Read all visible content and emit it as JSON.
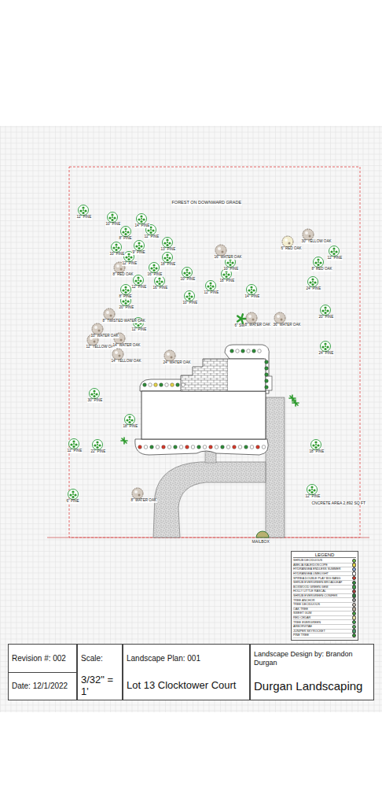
{
  "diagram": {
    "nodes": [
      {
        "text": [
          "LEGEND"
        ]
      },
      {
        "text": [
          "Revision #: 002",
          "Date: 12/1/2022"
        ]
      },
      {
        "text": [
          "Scale:",
          "3/32\" = 1'"
        ]
      },
      {
        "text": [
          "Landscape Plan: 001",
          "Lot 13 Clocktower Court"
        ]
      },
      {
        "text": [
          "Landscape Design by: Brandon Durgan",
          "Durgan Landscaping"
        ]
      }
    ],
    "labels": [
      "FOREST ON DOWNWARD GRADE",
      "12\" PINE",
      "10\" PINE",
      "14\" PINE",
      "8\" PINE",
      "12\" PINE",
      "10\" PINE",
      "9\" PINE",
      "13\" PINE",
      "12\" PINE",
      "18\" PINE",
      "16\" PINE",
      "8\" RED OAK",
      "12\" PINE",
      "16\" PINE",
      "10\" PINE",
      "8\" PINE",
      "20\" PINE",
      "12\" PINE",
      "10\" PINE",
      "16\" WATER OAK",
      "10\" PINE",
      "18\" PINE",
      "12\" PINE",
      "14\" PINE",
      "6\" RED OAK",
      "30\" YELLOW OAK",
      "12\" PINE",
      "8\" RED OAK",
      "24\" PINE",
      "20\" PINE",
      "24\" PINE",
      "8\" TWISTED WATER OAK",
      "10\" WATER OAK",
      "12\" YELLOW OAK",
      "14\" WATER OAK",
      "14\" YELLOW OAK",
      "24\" WATER OAK",
      "6\" SWEET GUM",
      "8\" WATER OAK",
      "36\" WATER OAK",
      "30\" PINE",
      "18\" PINE",
      "12\" PINE",
      "22\" PINE",
      "18\" PINE",
      "12\" PINE",
      "6\" PINE",
      "8\" WATER OAK",
      "CNCRETE AREA 2,892 SQ FT",
      "MAILBOX"
    ],
    "legend": [
      {
        "text": "SHRUB DECIDUOUS",
        "color": "#6fbf4a"
      },
      {
        "text": "ABELIA KALEIDOSCOPE",
        "color": "#e8d64a"
      },
      {
        "text": "HYDRANGEA ENDLESS SUMMER",
        "color": "#8aa8e0"
      },
      {
        "text": "HYDRANGEA LIMELIGHT",
        "color": "#ffffff"
      },
      {
        "text": "SPIREA DOUBLE PLAY BIG BANG",
        "color": "#d93a2b"
      },
      {
        "text": "SHRUB EVERGREEN BROADLEAF",
        "color": "#2f8f3a"
      },
      {
        "text": "BOXWOOD GREEN GEM",
        "color": "#3d9e46"
      },
      {
        "text": "HOLLY LITTLE RASCAL",
        "color": "#b33a3a"
      },
      {
        "text": "SHRUB EVERGREEN CONIFER",
        "color": "#2a7a3a"
      },
      {
        "text": "TREE ANCHOR",
        "color": "#9a9a9a"
      },
      {
        "text": "TREE DECIDUOUS",
        "color": "#c9bfb4"
      },
      {
        "text": "OAK TREE",
        "color": "#b8aa9a"
      },
      {
        "text": "SWEET GUM",
        "color": "#41a53a"
      },
      {
        "text": "RED CEDAR",
        "color": "#e8e0a0"
      },
      {
        "text": "TREE EVERGREEN",
        "color": "#3aa34a"
      },
      {
        "text": "ARBORVITAE",
        "color": "#57b05a"
      },
      {
        "text": "JUNIPER SKYROCKET",
        "color": "#4a9a6a"
      },
      {
        "text": "PINE TREE",
        "color": "#2e9a2e"
      }
    ]
  }
}
